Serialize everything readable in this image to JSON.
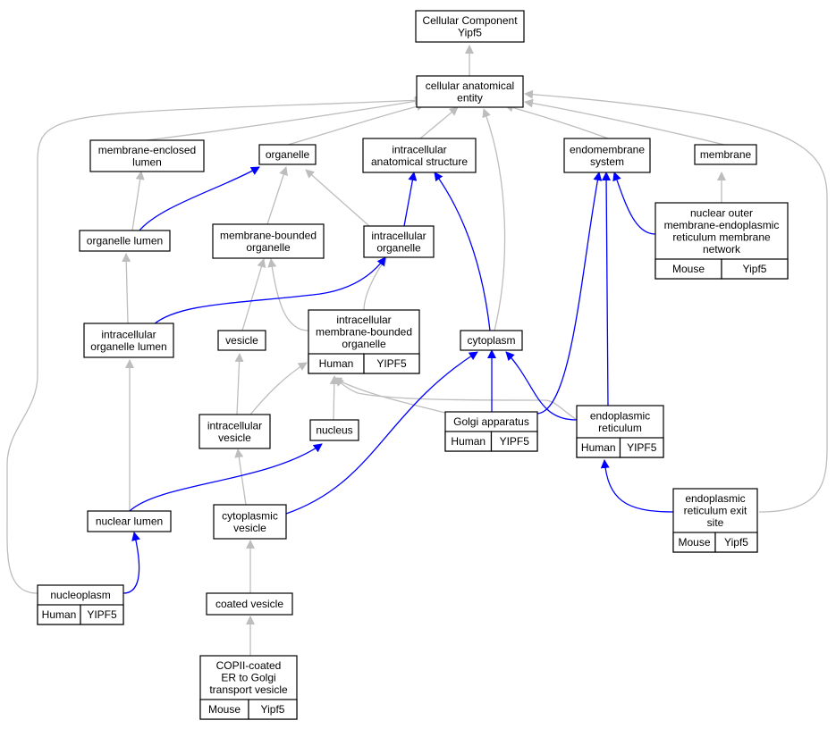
{
  "colors": {
    "gray_edge": "#bdbdbd",
    "blue_edge": "#0000ff",
    "human": "#f26449",
    "mouse": "#add8e6"
  },
  "nodes": {
    "cellular_component": {
      "lines": [
        "Cellular Component",
        "Yipf5"
      ]
    },
    "cellular_anatomical_entity": {
      "lines": [
        "cellular anatomical",
        "entity"
      ]
    },
    "membrane_enclosed_lumen": {
      "lines": [
        "membrane-enclosed",
        "lumen"
      ]
    },
    "organelle": {
      "lines": [
        "organelle"
      ]
    },
    "intracellular_anatomical_structure": {
      "lines": [
        "intracellular",
        "anatomical structure"
      ]
    },
    "endomembrane_system": {
      "lines": [
        "endomembrane",
        "system"
      ]
    },
    "membrane": {
      "lines": [
        "membrane"
      ]
    },
    "organelle_lumen": {
      "lines": [
        "organelle lumen"
      ]
    },
    "membrane_bounded_organelle": {
      "lines": [
        "membrane-bounded",
        "organelle"
      ]
    },
    "intracellular_organelle": {
      "lines": [
        "intracellular",
        "organelle"
      ]
    },
    "nuclear_outer_membrane": {
      "lines": [
        "nuclear outer",
        "membrane-endoplasmic",
        "reticulum membrane",
        "network"
      ],
      "tag": [
        "Mouse",
        "Yipf5"
      ]
    },
    "intracellular_organelle_lumen": {
      "lines": [
        "intracellular",
        "organelle lumen"
      ]
    },
    "vesicle": {
      "lines": [
        "vesicle"
      ]
    },
    "intracellular_membrane_bounded_organelle": {
      "lines": [
        "intracellular",
        "membrane-bounded",
        "organelle"
      ],
      "tag": [
        "Human",
        "YIPF5"
      ]
    },
    "cytoplasm": {
      "lines": [
        "cytoplasm"
      ]
    },
    "intracellular_vesicle": {
      "lines": [
        "intracellular",
        "vesicle"
      ]
    },
    "nucleus": {
      "lines": [
        "nucleus"
      ]
    },
    "golgi_apparatus": {
      "lines": [
        "Golgi apparatus"
      ],
      "tag": [
        "Human",
        "YIPF5"
      ]
    },
    "endoplasmic_reticulum": {
      "lines": [
        "endoplasmic",
        "reticulum"
      ],
      "tag": [
        "Human",
        "YIPF5"
      ]
    },
    "nuclear_lumen": {
      "lines": [
        "nuclear lumen"
      ]
    },
    "cytoplasmic_vesicle": {
      "lines": [
        "cytoplasmic",
        "vesicle"
      ]
    },
    "er_exit_site": {
      "lines": [
        "endoplasmic",
        "reticulum exit",
        "site"
      ],
      "tag": [
        "Mouse",
        "Yipf5"
      ]
    },
    "nucleoplasm": {
      "lines": [
        "nucleoplasm"
      ],
      "tag": [
        "Human",
        "YIPF5"
      ]
    },
    "coated_vesicle": {
      "lines": [
        "coated vesicle"
      ]
    },
    "copii_vesicle": {
      "lines": [
        "COPII-coated",
        "ER to Golgi",
        "transport vesicle"
      ],
      "tag": [
        "Mouse",
        "Yipf5"
      ]
    }
  }
}
